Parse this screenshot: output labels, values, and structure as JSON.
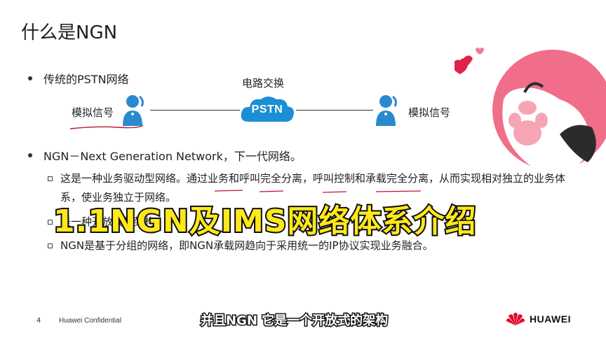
{
  "slide": {
    "title": "什么是NGN",
    "bullet1": "传统的PSTN网络",
    "circuit_label": "电路交换",
    "pstn_label": "PSTN",
    "left_signal": "模拟信号",
    "right_signal": "模拟信号",
    "bullet2": "NGN－Next Generation Network，下一代网络。",
    "sub_items": [
      "这是一种业务驱动型网络。通过业务和呼叫完全分离，呼叫控制和承载完全分离，从而实现相对独立的业务体系，使业务独立于网络。",
      "是一种开放式的架构",
      "NGN是基于分组的网络，即NGN承载网趋向于采用统一的IP协议实现业务融合。"
    ]
  },
  "overlay": {
    "video_title": "1.1NGN及IMS网络体系介绍",
    "caption": "并且NGN 它是一个开放式的架构"
  },
  "footer": {
    "page_number": "4",
    "confidential": "Huawei Confidential",
    "brand": "HUAWEI"
  },
  "colors": {
    "pstn_blue": "#1c8fd4",
    "person_blue": "#2a8ad0",
    "overlay_yellow": "#ffe81a",
    "huawei_red": "#e4002b",
    "sticker_pink": "#f06e8a"
  }
}
